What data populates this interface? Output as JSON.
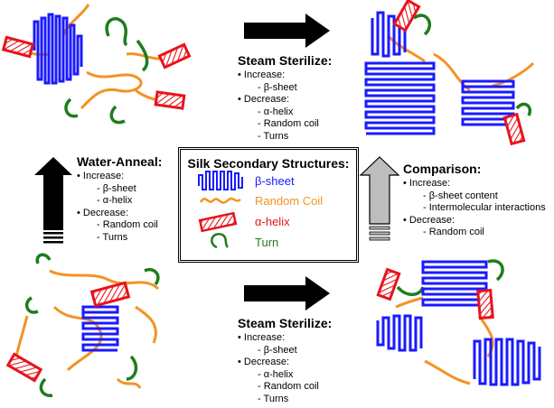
{
  "legend": {
    "title": "Silk Secondary Structures:",
    "items": [
      {
        "label": "β-sheet",
        "color": "#1a1aff"
      },
      {
        "label": "Random Coil",
        "color": "#f39323"
      },
      {
        "label": "α-helix",
        "color": "#e8131b"
      },
      {
        "label": "Turn",
        "color": "#1e7d1e"
      }
    ]
  },
  "steam_top": {
    "title": "Steam Sterilize:",
    "increase_label": "Increase:",
    "increase": [
      "- β-sheet"
    ],
    "decrease_label": "Decrease:",
    "decrease": [
      "- α-helix",
      "- Random coil",
      "- Turns"
    ]
  },
  "steam_bottom": {
    "title": "Steam Sterilize:",
    "increase_label": "Increase:",
    "increase": [
      "- β-sheet"
    ],
    "decrease_label": "Decrease:",
    "decrease": [
      "- α-helix",
      "- Random coil",
      "- Turns"
    ]
  },
  "water_anneal": {
    "title": "Water-Anneal:",
    "increase_label": "Increase:",
    "increase": [
      "- β-sheet",
      "- α-helix"
    ],
    "decrease_label": "Decrease:",
    "decrease": [
      "- Random coil",
      "- Turns"
    ]
  },
  "comparison": {
    "title": "Comparison:",
    "increase_label": "Increase:",
    "increase": [
      "- β-sheet content",
      "- Intermolecular interactions"
    ],
    "decrease_label": "Decrease:",
    "decrease": [
      "- Random coil"
    ]
  },
  "colors": {
    "beta_sheet": "#1a1aff",
    "random_coil": "#f39323",
    "alpha_helix": "#e8131b",
    "turn": "#1e7d1e",
    "arrow_dark": "#000000",
    "arrow_gray": "#bdbdbd"
  }
}
